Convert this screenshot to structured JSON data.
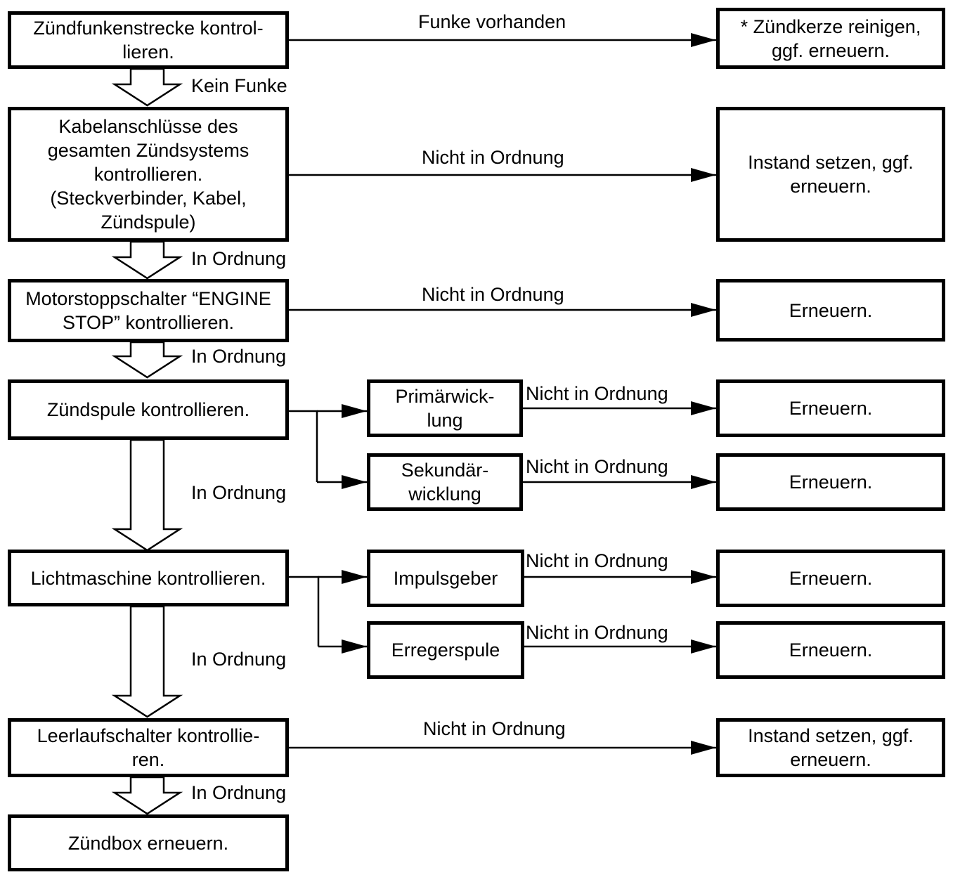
{
  "steps": {
    "s1": [
      "Zündfunkenstrecke kontrol-",
      "lieren."
    ],
    "s2": [
      "Kabelanschlüsse des",
      "gesamten Zündsystems",
      "kontrollieren.",
      "(Steckverbinder, Kabel,",
      "Zündspule)"
    ],
    "s3": [
      "Motorstoppschalter “ENGINE",
      "STOP” kontrollieren."
    ],
    "s4": [
      "Zündspule kontrollieren."
    ],
    "s5": [
      "Lichtmaschine kontrollieren."
    ],
    "s6": [
      "Leerlaufschalter kontrollie-",
      "ren."
    ],
    "s7": [
      "Zündbox erneuern."
    ]
  },
  "checks": {
    "c1": [
      "Primärwick-",
      "lung"
    ],
    "c2": [
      "Sekundär-",
      "wicklung"
    ],
    "c3": [
      "Impulsgeber"
    ],
    "c4": [
      "Erregerspule"
    ]
  },
  "results": {
    "r1": [
      "* Zündkerze reinigen,",
      "ggf. erneuern."
    ],
    "r2": [
      "Instand setzen, ggf.",
      "erneuern."
    ],
    "r3": [
      "Erneuern."
    ],
    "r4": [
      "Erneuern."
    ],
    "r5": [
      "Erneuern."
    ],
    "r6": [
      "Erneuern."
    ],
    "r7": [
      "Erneuern."
    ],
    "r8": [
      "Instand setzen, ggf.",
      "erneuern."
    ]
  },
  "edge_labels": {
    "funke_vorhanden": "Funke vorhanden",
    "kein_funke": "Kein Funke",
    "in_ordnung": "In Ordnung",
    "nicht_in_ordnung": "Nicht in Ordnung"
  },
  "colors": {
    "line": "#000000",
    "background": "#ffffff"
  }
}
